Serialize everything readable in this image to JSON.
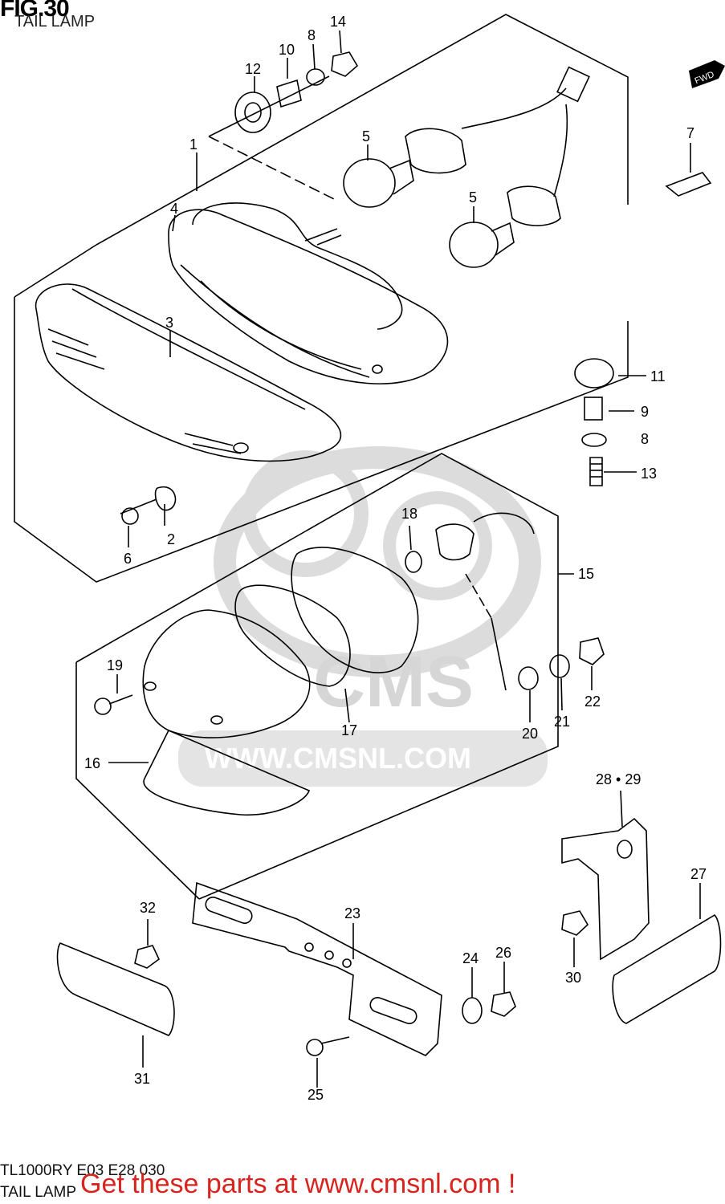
{
  "header": {
    "fig_title": "FIG.30",
    "subtitle": "TAIL LAMP"
  },
  "watermark": {
    "logo_text": "CMS",
    "url_text": "WWW.CMSNL.COM"
  },
  "fwd_badge": "FWD",
  "callouts": [
    "1",
    "2",
    "3",
    "4",
    "5",
    "5",
    "6",
    "7",
    "8",
    "8",
    "9",
    "10",
    "11",
    "12",
    "13",
    "14",
    "15",
    "16",
    "17",
    "18",
    "19",
    "20",
    "21",
    "22",
    "23",
    "24",
    "25",
    "26",
    "27",
    "28 • 29",
    "30",
    "31",
    "32"
  ],
  "footer": {
    "diagram_code": "TL1000RY E03 E28 030",
    "diagram_name": "TAIL LAMP",
    "cta": "Get these parts at www.cmsnl.com !"
  },
  "colors": {
    "line": "#000000",
    "watermark": "#d6d6d6",
    "cta": "#d8241e"
  }
}
